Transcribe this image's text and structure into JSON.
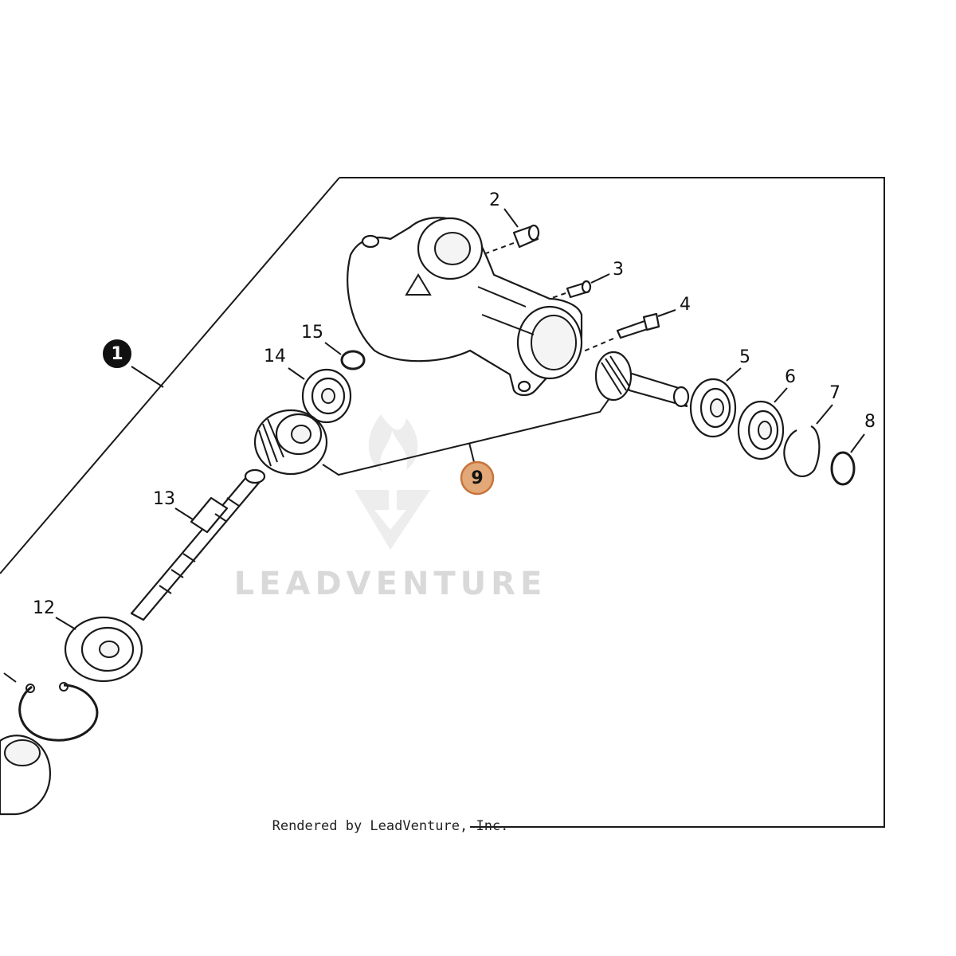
{
  "diagram": {
    "callouts": [
      {
        "id": "c1",
        "label": "1",
        "style": "filled-black"
      },
      {
        "id": "c2",
        "label": "2"
      },
      {
        "id": "c3",
        "label": "3"
      },
      {
        "id": "c4",
        "label": "4"
      },
      {
        "id": "c5",
        "label": "5"
      },
      {
        "id": "c6",
        "label": "6"
      },
      {
        "id": "c7",
        "label": "7"
      },
      {
        "id": "c8",
        "label": "8"
      },
      {
        "id": "c9",
        "label": "9",
        "style": "highlighted",
        "color": "#e2a878"
      },
      {
        "id": "c12",
        "label": "12"
      },
      {
        "id": "c13",
        "label": "13"
      },
      {
        "id": "c14",
        "label": "14"
      },
      {
        "id": "c15",
        "label": "15"
      }
    ],
    "watermark": "LEADVENTURE",
    "credit": "Rendered by LeadVenture, Inc.",
    "colors": {
      "highlight": "#e2a878",
      "highlight_stroke": "#c8743a",
      "line": "#1a1a1a"
    }
  }
}
